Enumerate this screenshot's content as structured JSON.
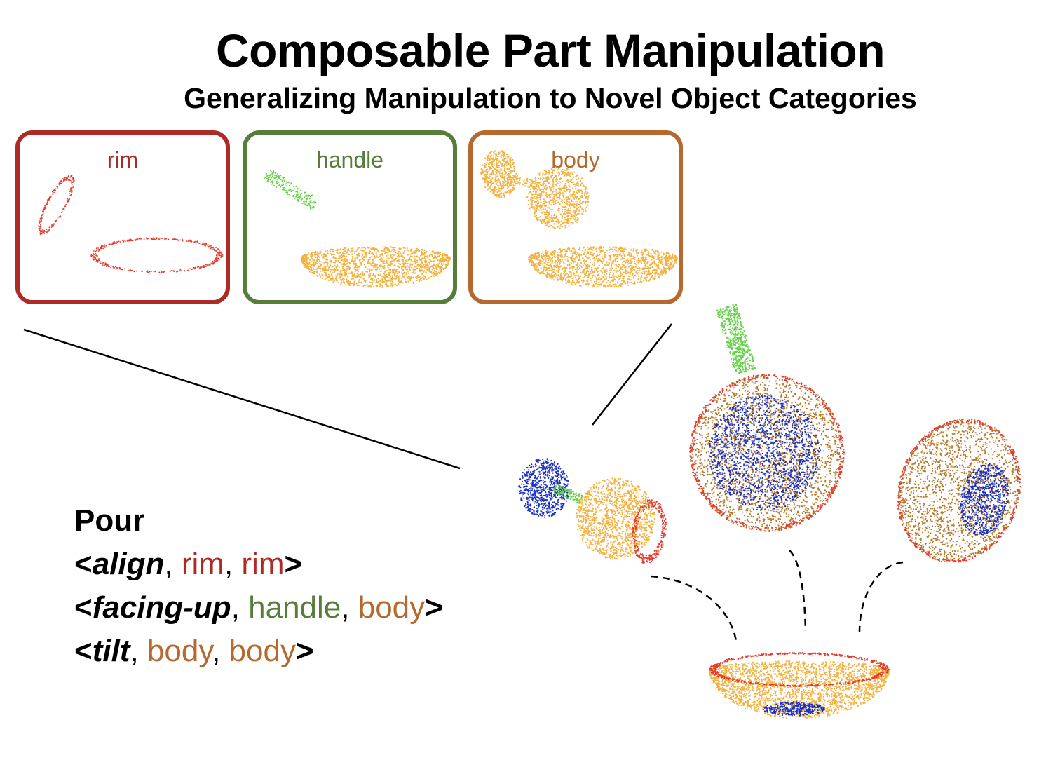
{
  "title": "Composable Part Manipulation",
  "subtitle": "Generalizing Manipulation to Novel Object Categories",
  "panels": [
    {
      "label": "rim",
      "color": "#ad2a25"
    },
    {
      "label": "handle",
      "color": "#577d3b"
    },
    {
      "label": "body",
      "color": "#b5692e"
    }
  ],
  "spec": {
    "task": "Pour",
    "open": "<",
    "close": ">",
    "sep": ", ",
    "constraints": [
      {
        "relation": "align",
        "part_a": "rim",
        "part_b": "rim",
        "color_a": "#ad2a25",
        "color_b": "#ad2a25"
      },
      {
        "relation": "facing-up",
        "part_a": "handle",
        "part_b": "body",
        "color_a": "#577d3b",
        "color_b": "#b5692e"
      },
      {
        "relation": "tilt",
        "part_a": "body",
        "part_b": "body",
        "color_a": "#b5692e",
        "color_b": "#b5692e"
      }
    ]
  },
  "point_colors": {
    "rim": "#e53b2c",
    "handle": "#66d24a",
    "body": "#f3b23f",
    "body_dark": "#b47a2b",
    "content": "#1a2fc4"
  }
}
